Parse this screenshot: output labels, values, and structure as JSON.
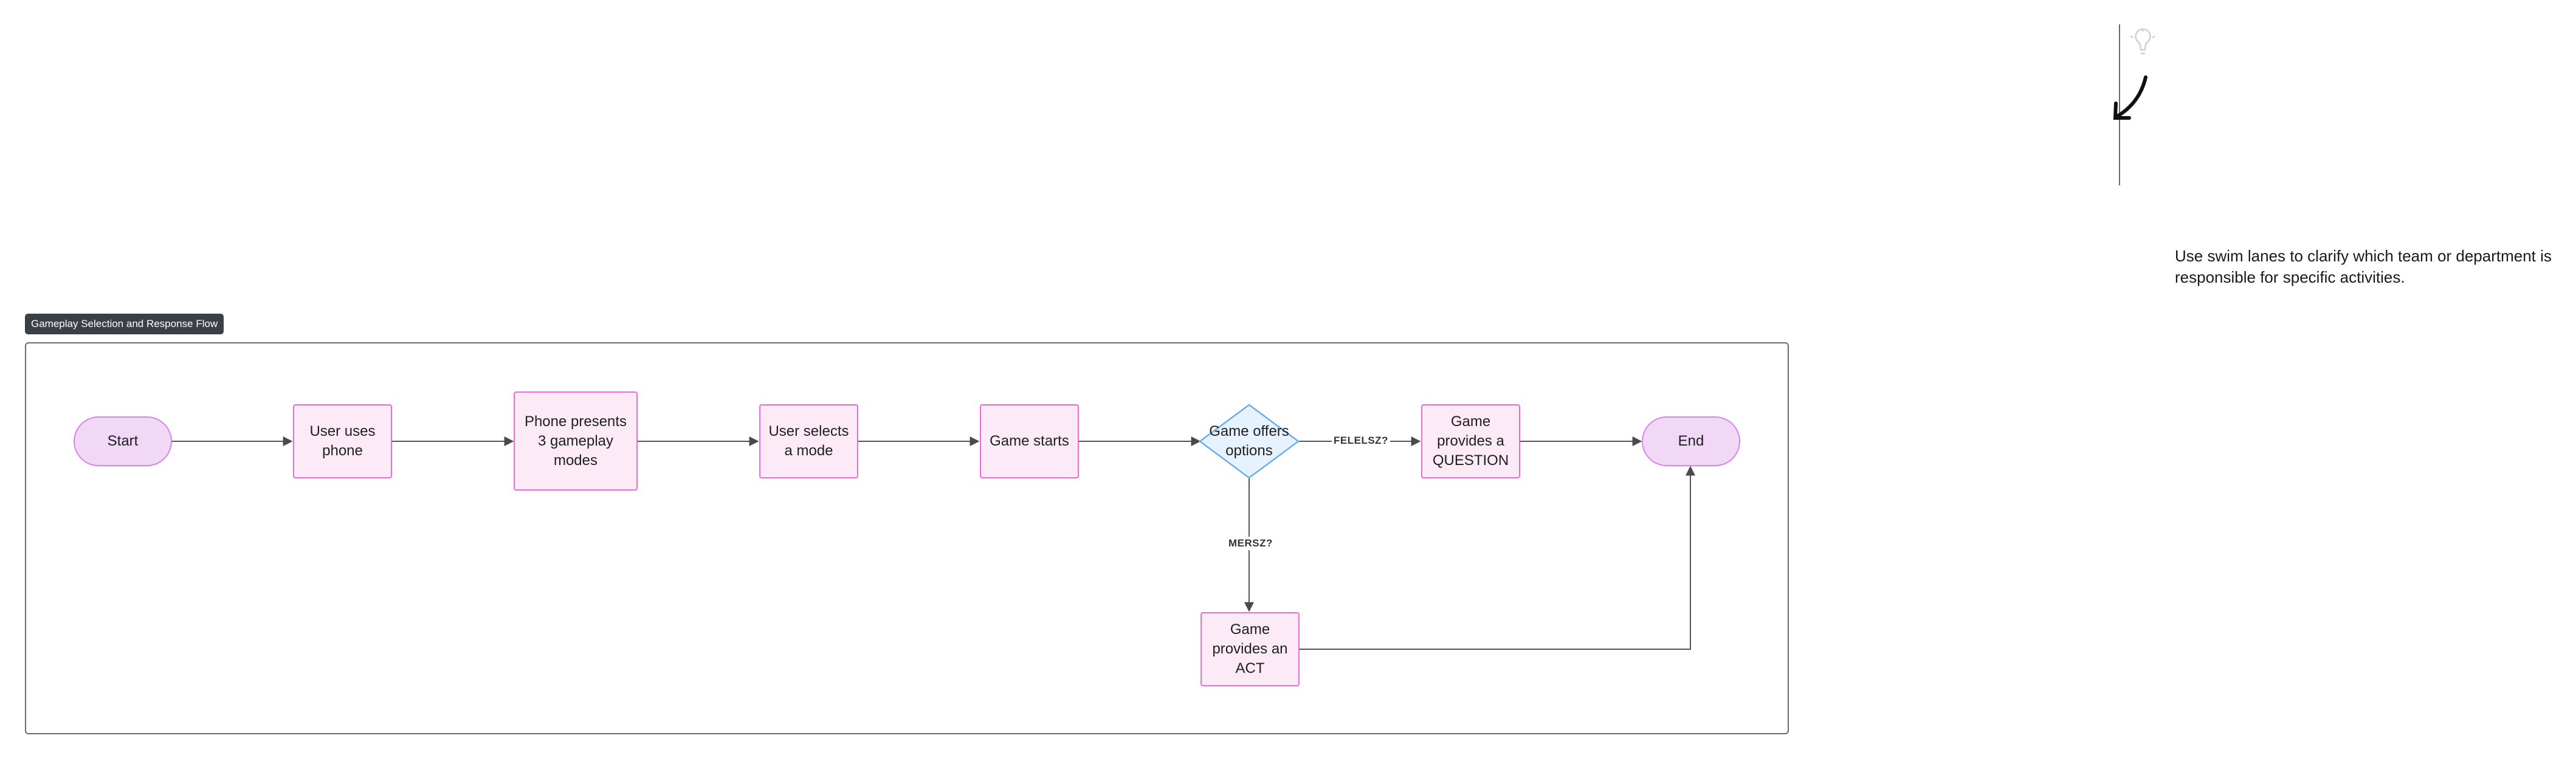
{
  "frame": {
    "title": "Gameplay Selection and Response Flow"
  },
  "nodes": {
    "start": "Start",
    "user_uses_phone": "User uses phone",
    "phone_presents": "Phone presents 3 gameplay modes",
    "user_selects": "User selects a mode",
    "game_starts": "Game starts",
    "game_offers": "Game offers options",
    "game_question": "Game provides a QUESTION",
    "game_act": "Game provides an ACT",
    "end": "End"
  },
  "edges": {
    "felelsz": "FELELSZ?",
    "mersz": "MERSZ?"
  },
  "tip": {
    "icon": "lightbulb-icon",
    "text": "Use swim lanes to clarify which team or department is responsible for specific activities."
  },
  "colors": {
    "process_fill": "#fdeaf7",
    "process_stroke": "#f06ad8",
    "terminal_fill": "#f1d8f7",
    "terminal_stroke": "#d784ef",
    "decision_fill": "#e6f2fd",
    "decision_stroke": "#6aaef2",
    "frame_title_bg": "#3b3f46"
  }
}
